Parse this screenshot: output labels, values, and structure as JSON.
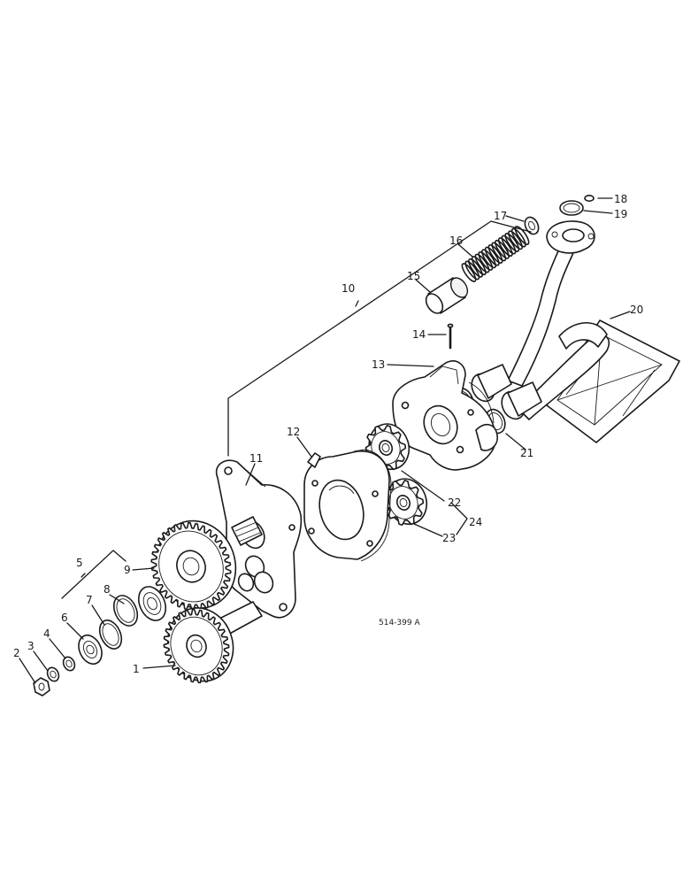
{
  "drawing": {
    "reference_code": "514-399 A",
    "callouts": {
      "c1": "1",
      "c2": "2",
      "c3": "3",
      "c4": "4",
      "c5": "5",
      "c6": "6",
      "c7": "7",
      "c8": "8",
      "c9": "9",
      "c10": "10",
      "c11": "11",
      "c12": "12",
      "c13": "13",
      "c14": "14",
      "c15": "15",
      "c16": "16",
      "c17": "17",
      "c18": "18",
      "c19": "19",
      "c20": "20",
      "c21": "21",
      "c22": "22",
      "c23": "23",
      "c24": "24"
    }
  }
}
